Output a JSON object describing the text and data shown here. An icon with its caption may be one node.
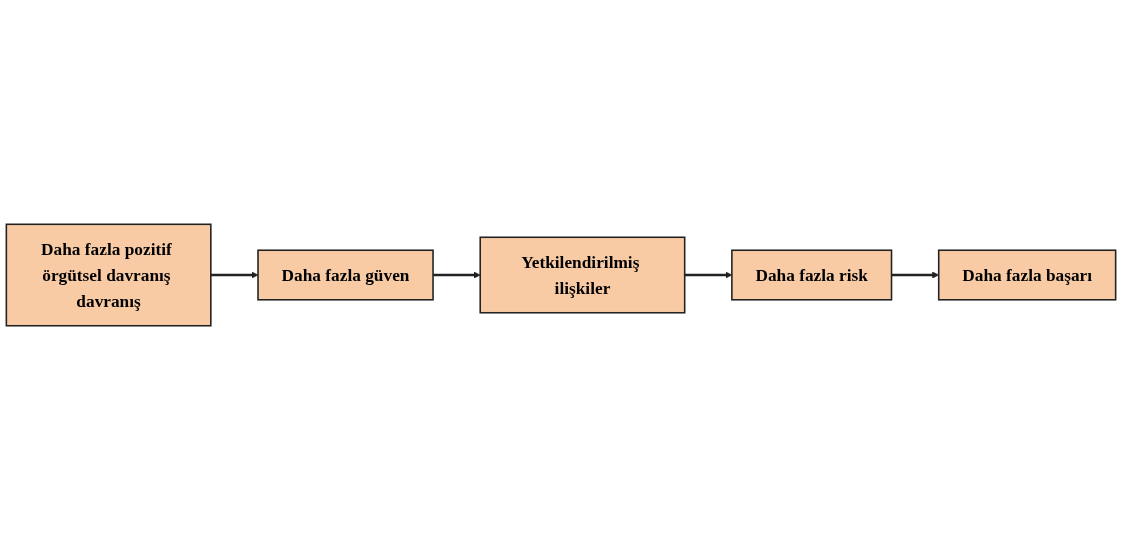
{
  "diagram": {
    "nodes": [
      {
        "text": [
          "Daha fazla pozitif örgütsel davranış davranış"
        ]
      },
      {
        "text": [
          "Daha fazla güven"
        ]
      },
      {
        "text": [
          "Yetkilendirilmiş ilişkiler"
        ]
      },
      {
        "text": [
          "Daha fazla risk"
        ]
      },
      {
        "text": [
          "Daha fazla başarı"
        ]
      }
    ],
    "edges": [
      {
        "from": 0,
        "to": 1,
        "arrow": "to"
      },
      {
        "from": 1,
        "to": 2,
        "arrow": "to"
      },
      {
        "from": 2,
        "to": 3,
        "arrow": "to"
      },
      {
        "from": 3,
        "to": 4,
        "arrow": "to"
      }
    ]
  }
}
